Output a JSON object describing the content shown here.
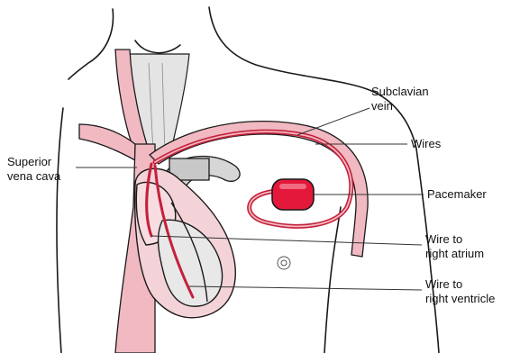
{
  "colors": {
    "outline": "#1a1a1a",
    "vessel_pink": "#f1b9c2",
    "vessel_red": "#c5203a",
    "device_red": "#e4183a",
    "heart_fill": "#f4d3d8",
    "shadow_gray": "#bcbcbc",
    "leader": "#333333"
  },
  "labels": {
    "subclavian": [
      "Subclavian",
      "vein"
    ],
    "wires": [
      "Wires"
    ],
    "superior_vena_cava": [
      "Superior",
      "vena cava"
    ],
    "pacemaker": [
      "Pacemaker"
    ],
    "wire_atrium": [
      "Wire to",
      "right atrium"
    ],
    "wire_ventricle": [
      "Wire to",
      "right ventricle"
    ]
  }
}
